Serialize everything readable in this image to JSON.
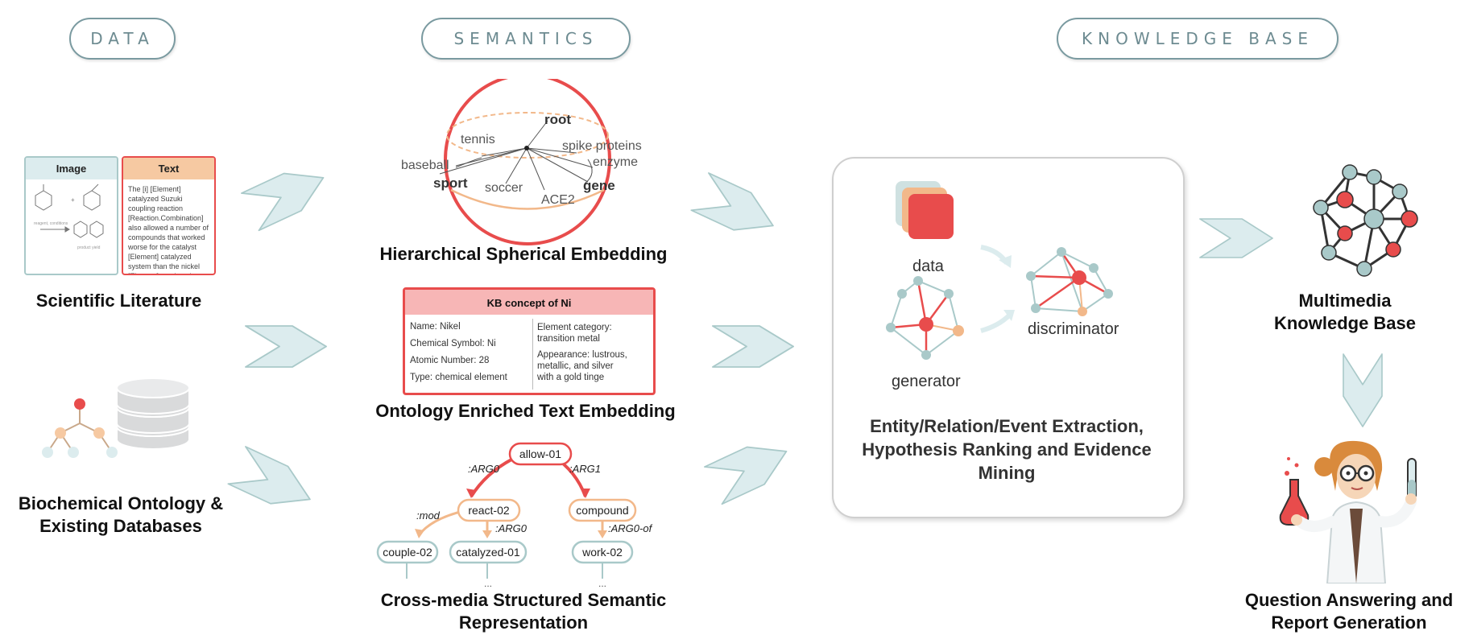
{
  "headers": {
    "data": "DATA",
    "semantics": "SEMANTICS",
    "knowledge_base": "KNOWLEDGE BASE"
  },
  "data_column": {
    "image_card_title": "Image",
    "text_card_title": "Text",
    "text_card_body": "The [i] [Element] catalyzed Suzuki coupling reaction [Reaction.Combination] also allowed a number of compounds that worked worse for the catalyst [Element] catalyzed system than the nickel [Element] catalyzed system.",
    "scientific_literature_label": "Scientific Literature",
    "biochemical_label": "Biochemical Ontology  & Existing Databases"
  },
  "semantics_column": {
    "sphere_words": {
      "root": "root",
      "tennis": "tennis",
      "spike_proteins": "spike proteins",
      "baseball": "baseball",
      "enzyme": "enzyme",
      "sport": "sport",
      "soccer": "soccer",
      "gene": "gene",
      "ace2": "ACE2"
    },
    "hse_label": "Hierarchical Spherical Embedding",
    "kb_concept": {
      "title": "KB concept of Ni",
      "left": [
        "Name: Nikel",
        "Chemical Symbol: Ni",
        "Atomic Number: 28",
        "Type: chemical element"
      ],
      "right": [
        "Element category:",
        "transition metal",
        "Appearance: lustrous,",
        "metallic, and silver",
        "with a gold tinge"
      ]
    },
    "ontology_label": "Ontology  Enriched Text Embedding",
    "amr": {
      "root": "allow-01",
      "arg0": ":ARG0",
      "arg1": ":ARG1",
      "react": "react-02",
      "compound": "compound",
      "mod": ":mod",
      "react_arg0": ":ARG0",
      "arg0_of": ":ARG0-of",
      "couple": "couple-02",
      "catalyzed": "catalyzed-01",
      "work": "work-02",
      "ellipsis": "..."
    },
    "cross_media_label": "Cross-media Structured Semantic Representation"
  },
  "center_panel": {
    "data_label": "data",
    "generator_label": "generator",
    "discriminator_label": "discriminator",
    "task_label": "Entity/Relation/Event Extraction, Hypothesis Ranking and Evidence Mining"
  },
  "kb_column": {
    "mmkb_label": "Multimedia Knowledge Base",
    "qa_label": "Question Answering and Report Generation"
  },
  "colors": {
    "accent_red": "#e84c4c",
    "teal": "#a9c9c9",
    "arrow_fill": "#dcecee",
    "orange": "#f2b88a",
    "header_text": "#6d8b91"
  }
}
